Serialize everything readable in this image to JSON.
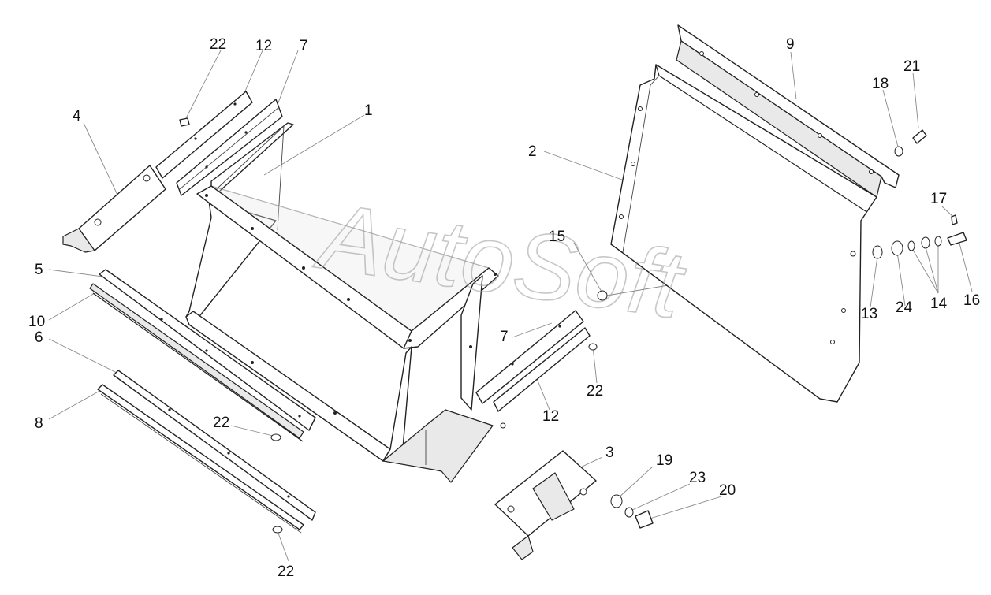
{
  "watermark": "AutoSoft",
  "callouts": [
    "1",
    "2",
    "3",
    "4",
    "5",
    "6",
    "7",
    "7",
    "8",
    "9",
    "10",
    "12",
    "12",
    "13",
    "14",
    "15",
    "16",
    "17",
    "18",
    "19",
    "20",
    "21",
    "22",
    "22",
    "22",
    "22",
    "23",
    "24"
  ],
  "colors": {
    "line": "#222222",
    "leader": "#888888",
    "watermark": "#9a9a9a"
  }
}
